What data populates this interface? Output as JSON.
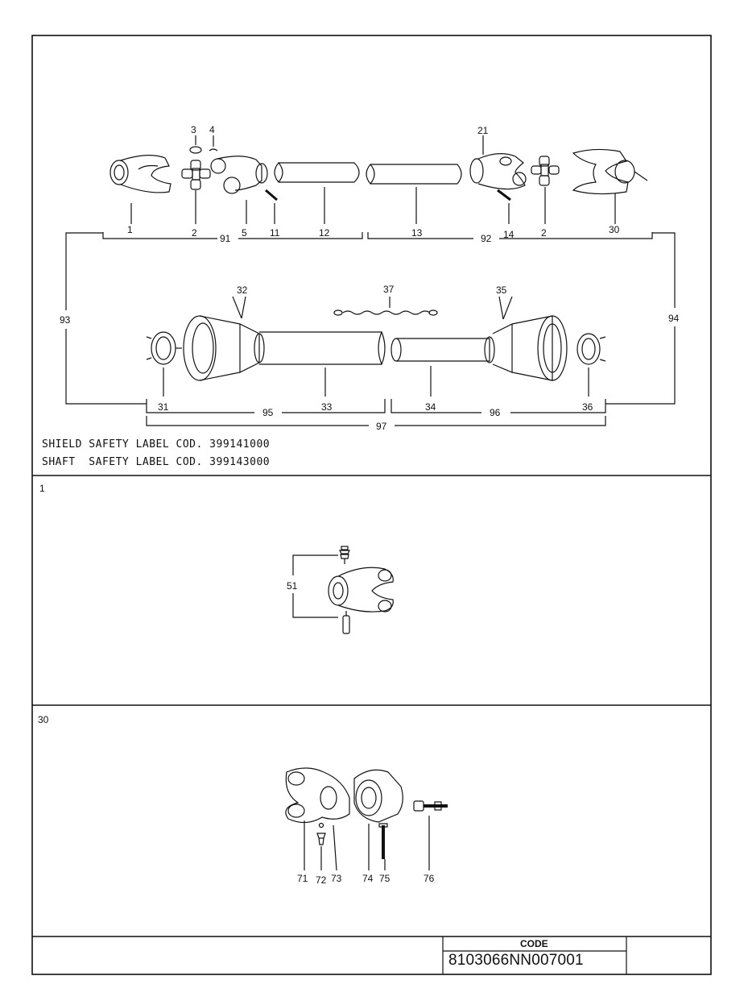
{
  "main_assembly": {
    "callouts": [
      "3",
      "4",
      "21",
      "1",
      "2",
      "5",
      "11",
      "12",
      "13",
      "14",
      "2",
      "30",
      "91",
      "92",
      "93",
      "94",
      "32",
      "37",
      "35",
      "31",
      "33",
      "34",
      "36",
      "95",
      "96",
      "97"
    ]
  },
  "labels": {
    "shield": "SHIELD SAFETY LABEL COD. 399141000",
    "shaft": "SHAFT  SAFETY LABEL COD. 399143000"
  },
  "section_1": {
    "number": "1",
    "callouts": [
      "51"
    ]
  },
  "section_30": {
    "number": "30",
    "callouts": [
      "71",
      "72",
      "73",
      "74",
      "75",
      "76"
    ]
  },
  "title_block": {
    "code_header": "CODE",
    "code_value": "8103066NN007001"
  }
}
